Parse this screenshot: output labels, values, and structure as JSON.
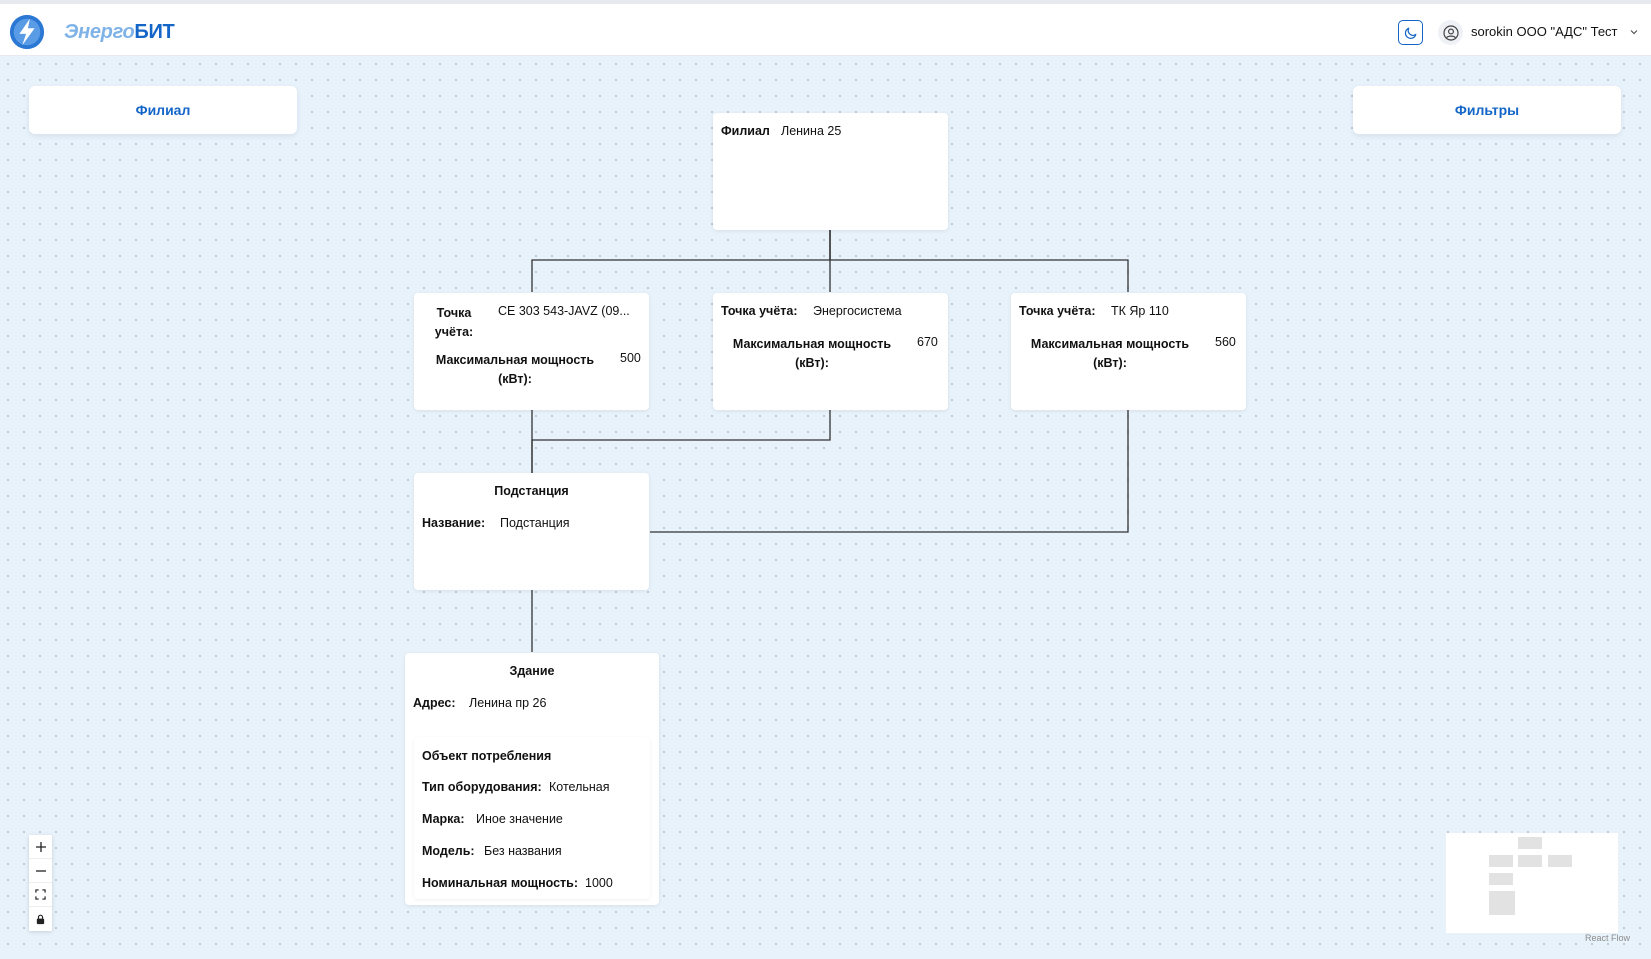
{
  "header": {
    "logo_part1": "Энерго",
    "logo_part2": "БИТ",
    "user_name": "sorokin ООО \"АДС\" Тест"
  },
  "panels": {
    "left_label": "Филиал",
    "right_label": "Фильтры"
  },
  "nodes": {
    "branch": {
      "label": "Филиал",
      "value": "Ленина 25"
    },
    "meter1": {
      "label": "Точка учёта:",
      "value": "CE 303 543-JAVZ (09...",
      "power_label": "Максимальная мощность (кВт):",
      "power_value": "500"
    },
    "meter2": {
      "label": "Точка учёта:",
      "value": "Энергосистема",
      "power_label": "Максимальная мощность (кВт):",
      "power_value": "670"
    },
    "meter3": {
      "label": "Точка учёта:",
      "value": "ТК Яр 110",
      "power_label": "Максимальная мощность (кВт):",
      "power_value": "560"
    },
    "substation": {
      "title": "Подстанция",
      "name_label": "Название:",
      "name_value": "Подстанция"
    },
    "building": {
      "title": "Здание",
      "address_label": "Адрес:",
      "address_value": "Ленина пр 26",
      "consumer": {
        "title": "Объект потребления",
        "equipment_type_label": "Тип оборудования:",
        "equipment_type_value": "Котельная",
        "brand_label": "Марка:",
        "brand_value": "Иное значение",
        "model_label": "Модель:",
        "model_value": "Без названия",
        "rated_power_label": "Номинальная мощность:",
        "rated_power_value": "1000"
      }
    }
  },
  "footer": {
    "attribution": "React Flow"
  },
  "icons": {
    "logo": "lightning-logo-icon",
    "theme": "moon-icon",
    "user": "user-circle-icon",
    "caret": "chevron-down-icon",
    "zoom_in": "plus-icon",
    "zoom_out": "minus-icon",
    "fit": "fit-view-icon",
    "lock": "lock-icon"
  },
  "colors": {
    "brand": "#1366c7",
    "brand_light": "#7fb3e8",
    "canvas": "#e8f2fb",
    "edge": "#333333"
  }
}
